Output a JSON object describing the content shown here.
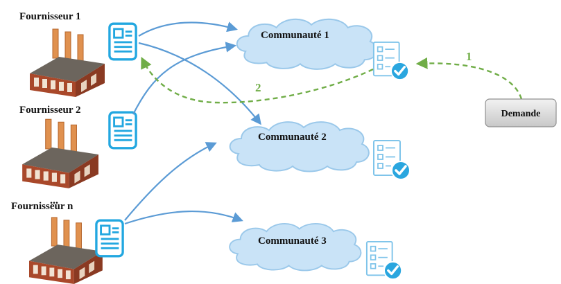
{
  "suppliers": [
    {
      "label": "Fournisseur 1"
    },
    {
      "label": "Fournisseur 2"
    },
    {
      "label": "Fournisseur n"
    }
  ],
  "ellipsis": "...",
  "communities": [
    {
      "label": "Communauté 1"
    },
    {
      "label": "Communauté 2"
    },
    {
      "label": "Communauté 3"
    }
  ],
  "request": {
    "label": "Demande"
  },
  "steps": [
    {
      "number": "1"
    },
    {
      "number": "2"
    }
  ],
  "colors": {
    "arrow_blue": "#5b9bd5",
    "step_green": "#70ad47",
    "cloud_fill": "#c9e3f7",
    "cloud_stroke": "#9ac8ea",
    "doc_blue": "#22a7e0",
    "check_blue": "#2aa6df",
    "brick": "#a9482a",
    "roof": "#6c655d",
    "chimney": "#e0914f",
    "request_fill": "#dcdcdc"
  }
}
